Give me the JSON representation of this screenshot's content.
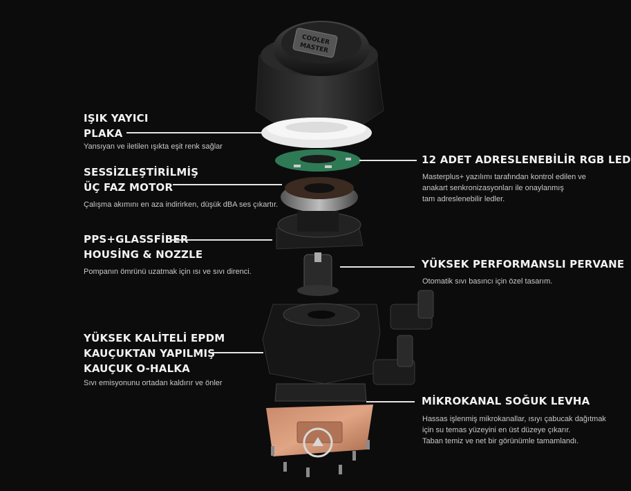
{
  "brand": {
    "logo_text": "COOLER MASTER"
  },
  "features": [
    {
      "title_lines": [
        "IŞIK YAYICI",
        "PLAKA"
      ],
      "desc_lines": [
        "Yansıyan ve iletilen ışıkta eşit renk sağlar"
      ]
    },
    {
      "title_lines": [
        "SESSİZLEŞTİRİLMİŞ",
        "ÜÇ FAZ MOTOR"
      ],
      "desc_lines": [
        "Çalışma akımını en aza indirirken, düşük dBA ses çıkartır."
      ]
    },
    {
      "title_lines": [
        "PPS+GLASSFİBER",
        "HOUSİNG & NOZZLE"
      ],
      "desc_lines": [
        "Pompanın ömrünü uzatmak için ısı ve sıvı direnci."
      ]
    },
    {
      "title_lines": [
        "YÜKSEK KALİTELİ EPDM",
        "KAUÇUKTAN YAPILMIŞ",
        "KAUÇUK O-HALKA"
      ],
      "desc_lines": [
        "Sıvı emisyonunu ortadan kaldırır ve önler"
      ]
    },
    {
      "title_lines": [
        "12 ADET ADRESLENEBİLİR RGB LED"
      ],
      "desc_lines": [
        "Masterplus+ yazılımı tarafından kontrol edilen ve",
        "anakart senkronizasyonları ile onaylanmış",
        "tam adreslenebilir ledler."
      ]
    },
    {
      "title_lines": [
        "YÜKSEK PERFORMANSLI PERVANE"
      ],
      "desc_lines": [
        "Otomatik sıvı basıncı için özel tasarım."
      ]
    },
    {
      "title_lines": [
        "MİKROKANAL SOĞUK LEVHA"
      ],
      "desc_lines": [
        "Hassas işlenmiş mikrokanallar, ısıyı çabucak dağıtmak",
        "için su temas yüzeyini en üst düzeye çıkarır.",
        "Taban temiz ve net bir görünümle tamamlandı."
      ]
    }
  ]
}
